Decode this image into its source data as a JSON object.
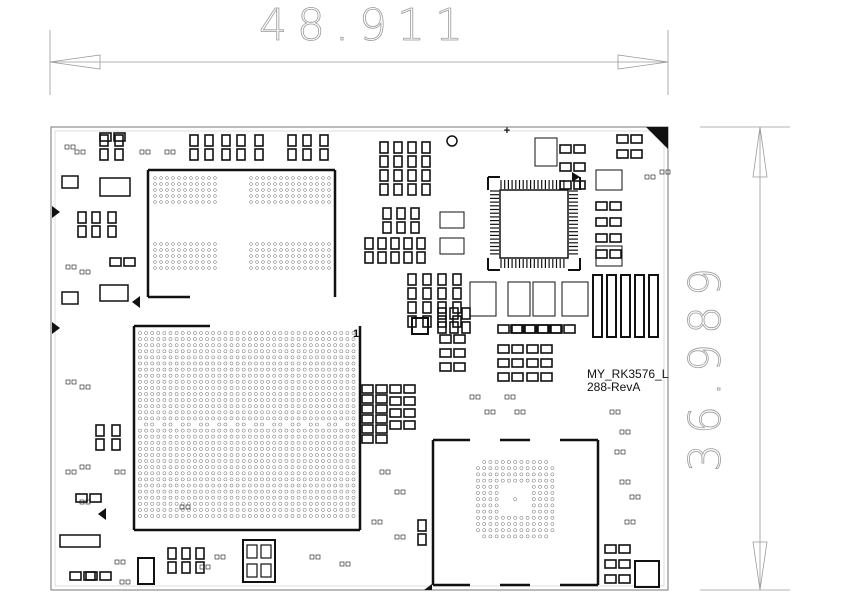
{
  "dimensions": {
    "width_label": "48.911",
    "height_label": "36.989"
  },
  "board": {
    "name_line1": "MY_RK3576_L",
    "name_line2": "288-RevA",
    "pin1_marker": "1",
    "polarity_marker": "+"
  },
  "colors": {
    "ink": "#111111",
    "dimension": "#9a9a9a",
    "outline": "#777777",
    "pad": "#555555"
  }
}
